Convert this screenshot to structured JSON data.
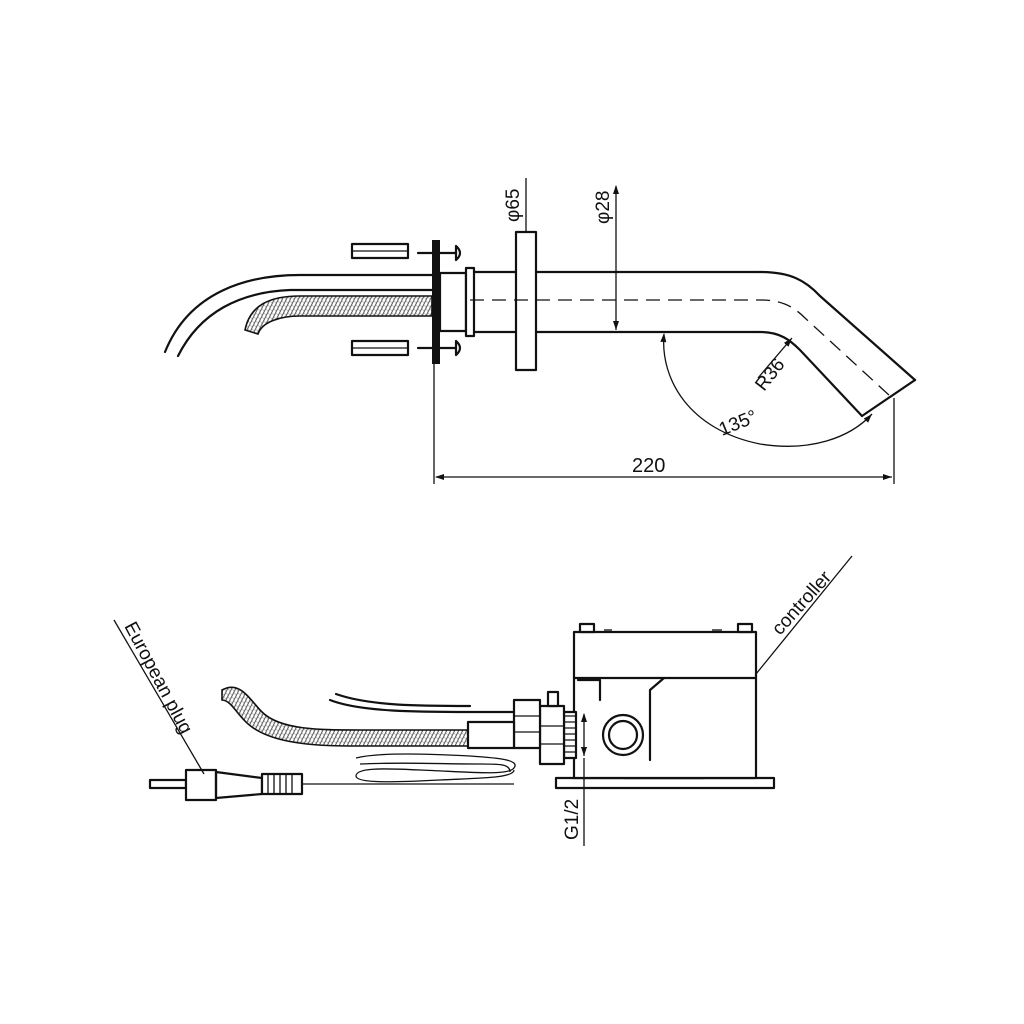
{
  "labels": {
    "dim_flange": "φ65",
    "dim_spout": "φ28",
    "dim_radius": "R36",
    "dim_angle": "135°",
    "dim_length": "220",
    "thread": "G1/2",
    "controller": "controller",
    "plug": "European plug"
  },
  "colors": {
    "line": "#111111",
    "background": "#ffffff"
  }
}
